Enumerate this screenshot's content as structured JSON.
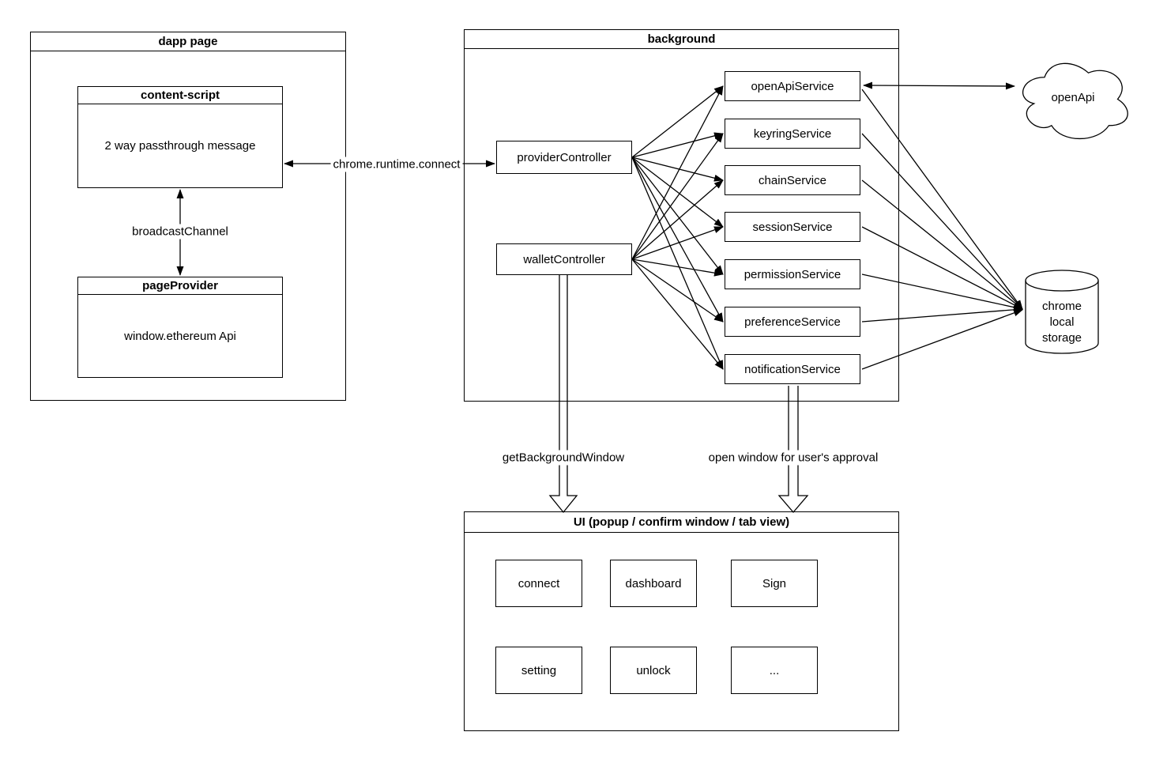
{
  "dapp_page": {
    "title": "dapp page",
    "content_script": {
      "title": "content-script",
      "body": "2 way passthrough message"
    },
    "page_provider": {
      "title": "pageProvider",
      "body": "window.ethereum Api"
    }
  },
  "background": {
    "title": "background",
    "provider_controller": "providerController",
    "wallet_controller": "walletController",
    "services": [
      {
        "label": "openApiService"
      },
      {
        "label": "keyringService"
      },
      {
        "label": "chainService"
      },
      {
        "label": "sessionService"
      },
      {
        "label": "permissionService"
      },
      {
        "label": "preferenceService"
      },
      {
        "label": "notificationService"
      }
    ]
  },
  "external": {
    "open_api_cloud": "openApi",
    "storage": {
      "line1": "chrome",
      "line2": "local",
      "line3": "storage"
    }
  },
  "ui": {
    "title": "UI (popup / confirm window / tab view)",
    "buttons": [
      {
        "label": "connect"
      },
      {
        "label": "dashboard"
      },
      {
        "label": "Sign"
      },
      {
        "label": "setting"
      },
      {
        "label": "unlock"
      },
      {
        "label": "..."
      }
    ]
  },
  "edge_labels": {
    "runtime_connect": "chrome.runtime.connect",
    "broadcast_channel": "broadcastChannel",
    "get_background_window": "getBackgroundWindow",
    "open_window_approval": "open window for user's approval"
  },
  "colors": {
    "stroke": "#000000",
    "background": "#ffffff"
  }
}
